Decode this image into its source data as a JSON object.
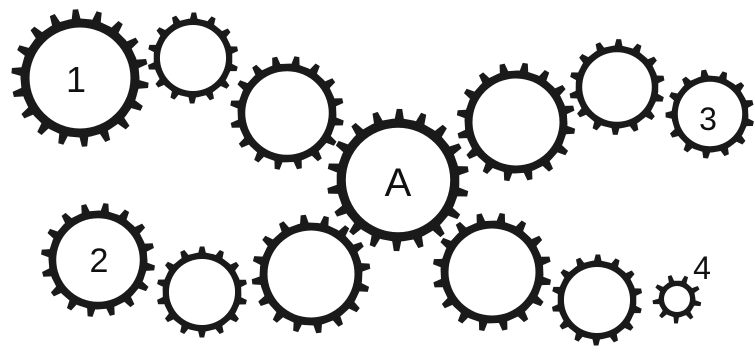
{
  "diagram": {
    "colors": {
      "gear": "#1a1a1a",
      "face": "#ffffff",
      "background": "#ffffff"
    },
    "gears": [
      {
        "id": "gear-1",
        "label": "1"
      },
      {
        "id": "gear-1b",
        "label": ""
      },
      {
        "id": "gear-1c",
        "label": ""
      },
      {
        "id": "gear-a",
        "label": "A"
      },
      {
        "id": "gear-3c",
        "label": ""
      },
      {
        "id": "gear-3b",
        "label": ""
      },
      {
        "id": "gear-3",
        "label": "3"
      },
      {
        "id": "gear-2",
        "label": "2"
      },
      {
        "id": "gear-2b",
        "label": ""
      },
      {
        "id": "gear-2c",
        "label": ""
      },
      {
        "id": "gear-4c",
        "label": ""
      },
      {
        "id": "gear-4b",
        "label": ""
      },
      {
        "id": "gear-4",
        "label": ""
      }
    ],
    "outside_labels": [
      {
        "id": "label-4",
        "text": "4"
      }
    ]
  }
}
